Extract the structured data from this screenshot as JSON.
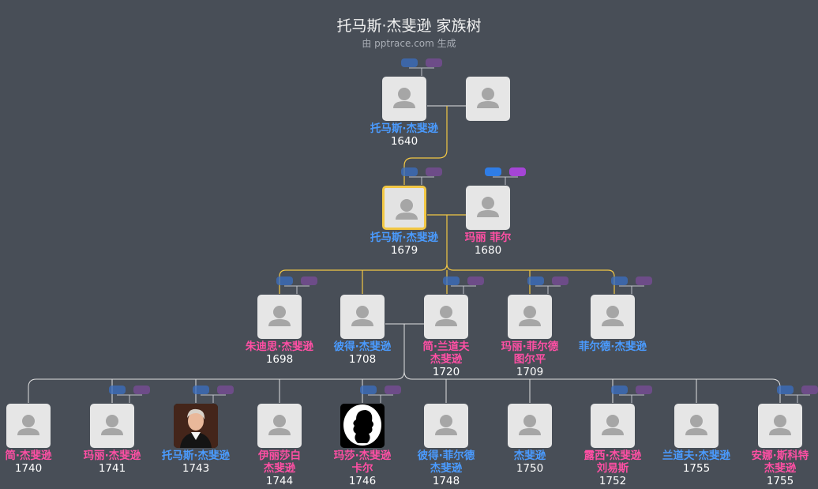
{
  "title": "托马斯·杰斐逊 家族树",
  "subtitle": "由 pptrace.com 生成",
  "colors": {
    "male": "#4a9bff",
    "female": "#ff4fa4",
    "background": "#484e57",
    "highlight_line": "#f2c744",
    "line": "#e0e0e0"
  },
  "people": [
    {
      "id": "p1",
      "name": "托马斯·杰斐逊",
      "year": "1640",
      "gender": "m"
    },
    {
      "id": "p1s",
      "name": "",
      "year": "",
      "gender": "f"
    },
    {
      "id": "p2",
      "name": "托马斯·杰斐逊",
      "year": "1679",
      "gender": "m",
      "selected": true
    },
    {
      "id": "p2s",
      "name": "玛丽 菲尔",
      "year": "1680",
      "gender": "f"
    },
    {
      "id": "c1",
      "name": "朱迪思·杰斐逊",
      "year": "1698",
      "gender": "f"
    },
    {
      "id": "c2",
      "name": "彼得·杰斐逊",
      "year": "1708",
      "gender": "m"
    },
    {
      "id": "c3",
      "name": "简·兰道夫\n杰斐逊",
      "year": "1720",
      "gender": "f"
    },
    {
      "id": "c4",
      "name": "玛丽·菲尔德\n图尔平",
      "year": "1709",
      "gender": "f"
    },
    {
      "id": "c5",
      "name": "菲尔德·杰斐逊",
      "year": "",
      "gender": "m"
    },
    {
      "id": "g1",
      "name": "简·杰斐逊",
      "year": "1740",
      "gender": "f"
    },
    {
      "id": "g2",
      "name": "玛丽·杰斐逊",
      "year": "1741",
      "gender": "f"
    },
    {
      "id": "g3",
      "name": "托马斯·杰斐逊",
      "year": "1743",
      "gender": "m",
      "photo": "portrait"
    },
    {
      "id": "g4",
      "name": "伊丽莎白\n杰斐逊",
      "year": "1744",
      "gender": "f"
    },
    {
      "id": "g5",
      "name": "玛莎·杰斐逊\n卡尔",
      "year": "1746",
      "gender": "f",
      "photo": "silhouette"
    },
    {
      "id": "g6",
      "name": "彼得·菲尔德\n杰斐逊",
      "year": "1748",
      "gender": "m"
    },
    {
      "id": "g7",
      "name": "杰斐逊",
      "year": "1750",
      "gender": "m"
    },
    {
      "id": "g8",
      "name": "露西·杰斐逊\n刘易斯",
      "year": "1752",
      "gender": "f"
    },
    {
      "id": "g9",
      "name": "兰道夫·杰斐逊",
      "year": "1755",
      "gender": "m"
    },
    {
      "id": "g10",
      "name": "安娜·斯科特\n杰斐逊",
      "year": "1755",
      "gender": "f"
    }
  ]
}
